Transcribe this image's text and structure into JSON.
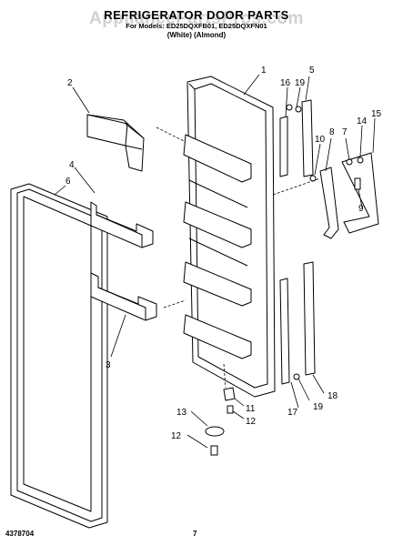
{
  "header": {
    "title": "REFRIGERATOR DOOR PARTS",
    "models": "For Models: ED25DQXFB01, ED25DQXFN01",
    "colors": "(White)                    (Almond)"
  },
  "watermark": "AppliancePartsPros.com",
  "callouts": [
    "1",
    "2",
    "3",
    "4",
    "5",
    "6",
    "7",
    "8",
    "9",
    "10",
    "11",
    "12",
    "12",
    "13",
    "14",
    "15",
    "16",
    "17",
    "18",
    "19",
    "19"
  ],
  "footer": {
    "part_number": "4378704",
    "page_number": "7"
  },
  "colors": {
    "ink": "#000000",
    "paper": "#ffffff",
    "watermark": "#c9c9c9"
  }
}
